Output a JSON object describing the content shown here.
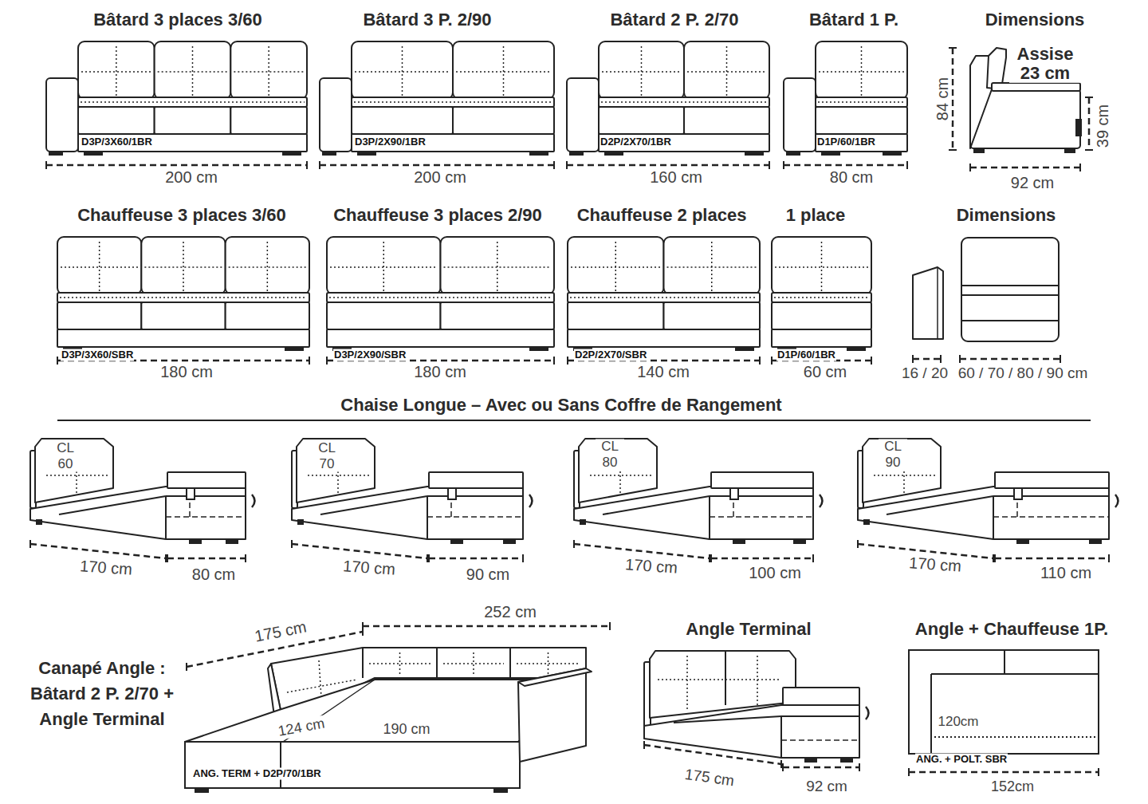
{
  "diagram": {
    "labels": [
      "Bâtard 3 places 3/60",
      "Bâtard 3 P. 2/90",
      "Bâtard 2 P. 2/70",
      "Bâtard 1 P.",
      "Dimensions",
      "D3P/3X60/1BR",
      "200 cm",
      "D3P/2X90/1BR",
      "200 cm",
      "D2P/2X70/1BR",
      "160 cm",
      "D1P/60/1BR",
      "80 cm",
      "Assise 23 cm",
      "84 cm",
      "39 cm",
      "92 cm",
      "Chauffeuse 3 places 3/60",
      "Chauffeuse 3 places 2/90",
      "Chauffeuse 2 places",
      "1 place",
      "Dimensions",
      "D3P/3X60/SBR",
      "180 cm",
      "D3P/2X90/SBR",
      "180 cm",
      "D2P/2X70/SBR",
      "140 cm",
      "D1P/60/1BR",
      "60 cm",
      "16 / 20",
      "60 / 70 / 80 / 90 cm",
      "Chaise Longue – Avec ou Sans Coffre de Rangement",
      "CL 60",
      "170 cm",
      "80 cm",
      "CL 70",
      "170 cm",
      "90 cm",
      "CL 80",
      "170 cm",
      "100 cm",
      "CL 90",
      "170 cm",
      "110 cm",
      "Canapé Angle : Bâtard 2 P. 2/70 + Angle Terminal",
      "175 cm",
      "252 cm",
      "124 cm",
      "190 cm",
      "ANG. TERM + D2P/70/1BR",
      "Angle Terminal",
      "175 cm",
      "92 cm",
      "Angle + Chauffeuse 1P.",
      "120cm",
      "ANG. + POLT. SBR",
      "152cm"
    ]
  }
}
